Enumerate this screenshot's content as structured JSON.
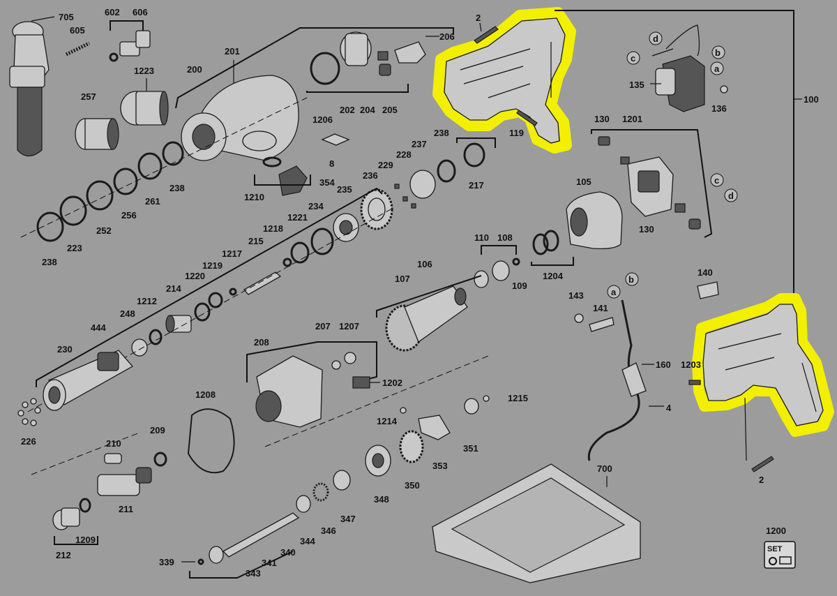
{
  "colors": {
    "background": "#9c9c9c",
    "highlight": "#f2ef00",
    "ink": "#111111"
  },
  "labels": {
    "l705": "705",
    "l602": "602",
    "l606": "606",
    "l605": "605",
    "l1223": "1223",
    "l257": "257",
    "l200": "200",
    "l201": "201",
    "l206": "206",
    "l1206": "1206",
    "l202": "202",
    "l204": "204",
    "l205": "205",
    "l8": "8",
    "l238a": "238",
    "l261": "261",
    "l256": "256",
    "l252": "252",
    "l223": "223",
    "l238b": "238",
    "l1210": "1210",
    "l354": "354",
    "l238c": "238",
    "l237": "237",
    "l228": "228",
    "l229": "229",
    "l236": "236",
    "l235": "235",
    "l234": "234",
    "l217": "217",
    "l1221": "1221",
    "l1218": "1218",
    "l215": "215",
    "l1217": "1217",
    "l1219": "1219",
    "l1220": "1220",
    "l214": "214",
    "l1212": "1212",
    "l248": "248",
    "l444": "444",
    "l230": "230",
    "l226": "226",
    "l2a": "2",
    "l119": "119",
    "l100": "100",
    "l135": "135",
    "l136": "136",
    "l130a": "130",
    "l1201": "1201",
    "l105": "105",
    "l130b": "130",
    "l110": "110",
    "l108": "108",
    "l106": "106",
    "l107": "107",
    "l109": "109",
    "l1204": "1204",
    "l140": "140",
    "l143": "143",
    "l141": "141",
    "l207": "207",
    "l1207": "1207",
    "l208": "208",
    "l1202": "1202",
    "l160": "160",
    "l1203": "1203",
    "l4": "4",
    "l1208": "1208",
    "l1214": "1214",
    "l1215": "1215",
    "l209": "209",
    "l210": "210",
    "l211": "211",
    "l351": "351",
    "l353": "353",
    "l350": "350",
    "l348": "348",
    "l347": "347",
    "l346": "346",
    "l344": "344",
    "l2b": "2",
    "l700": "700",
    "l1209": "1209",
    "l212": "212",
    "l340": "340",
    "l341": "341",
    "l339": "339",
    "l343": "343",
    "l1200": "1200",
    "ca": "a",
    "cb": "b",
    "cc": "c",
    "cd": "d",
    "cc2": "c",
    "cd2": "d",
    "ca2": "a",
    "cb2": "b",
    "set": "SET"
  }
}
